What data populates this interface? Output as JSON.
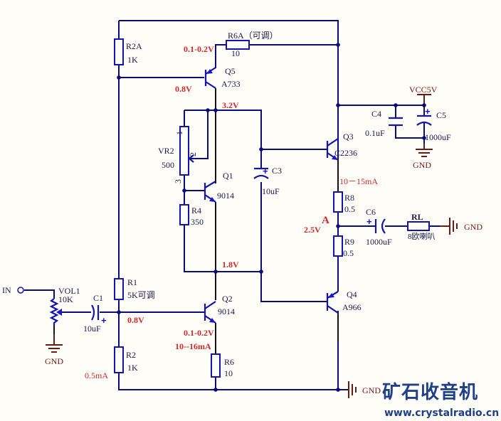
{
  "diagram": {
    "type": "circuit-schematic",
    "description": "Class AB transistor audio amplifier, VCC 5V"
  },
  "components": {
    "R2A": {
      "ref": "R2A",
      "value": "1K"
    },
    "R6A": {
      "ref": "R6A（可调）",
      "value": "10"
    },
    "Q5": {
      "ref": "Q5",
      "part": "A733"
    },
    "VR2": {
      "ref": "VR2",
      "value": "500",
      "pin1": "1",
      "pin2": "2",
      "pin3": "3"
    },
    "Q1": {
      "ref": "Q1",
      "part": "9014"
    },
    "R4": {
      "ref": "R4",
      "value": "350"
    },
    "C3": {
      "ref": "C3",
      "value": "10uF"
    },
    "Q3": {
      "ref": "Q3",
      "part": "C2236"
    },
    "C4": {
      "ref": "C4",
      "value": "0.1uF"
    },
    "C5": {
      "ref": "C5",
      "value": "1000uF"
    },
    "R8": {
      "ref": "R8",
      "value": "0.5"
    },
    "R9": {
      "ref": "R9",
      "value": "0.5"
    },
    "C6": {
      "ref": "C6",
      "value": "1000uF"
    },
    "RL": {
      "ref": "RL",
      "value": "8欧喇叭"
    },
    "Q4": {
      "ref": "Q4",
      "part": "A966"
    },
    "R1": {
      "ref": "R1",
      "value": "5K可调"
    },
    "R2": {
      "ref": "R2",
      "value": "1K"
    },
    "C1": {
      "ref": "C1",
      "value": "10uF"
    },
    "VOL1": {
      "ref": "VOL1",
      "value": "10K"
    },
    "Q2": {
      "ref": "Q2",
      "part": "9014"
    },
    "R6": {
      "ref": "R6",
      "value": "10"
    }
  },
  "power": {
    "vcc": "VCC5V",
    "gnd_supply": "GND",
    "gnd_input": "GND",
    "gnd_speaker": "GND",
    "gnd_main": "GND"
  },
  "nets": {
    "input": "IN",
    "node_a": "A"
  },
  "annotations": {
    "q5_emitter_v": "0.1-0.2V",
    "q5_base_v": "0.8V",
    "q5_collector_v": "3.2V",
    "q1_emitter_v": "1.8V",
    "q3_current": "10－15mA",
    "node_a_v": "2.5V",
    "q2_base_v": "0.8V",
    "q2_emitter_v": "0.1-0.2V",
    "q2_current": "10--16mA",
    "bias_current": "0.5mA"
  },
  "watermark": {
    "title": "矿石收音机",
    "url": "www.crystalradio.cn"
  },
  "colors": {
    "wire": "#0b0b7a",
    "component": "#1313b0",
    "annotation": "#cc2a2a",
    "ground": "#6b1b12",
    "watermark": "#1f3f8a",
    "background": "#fffdf8"
  }
}
